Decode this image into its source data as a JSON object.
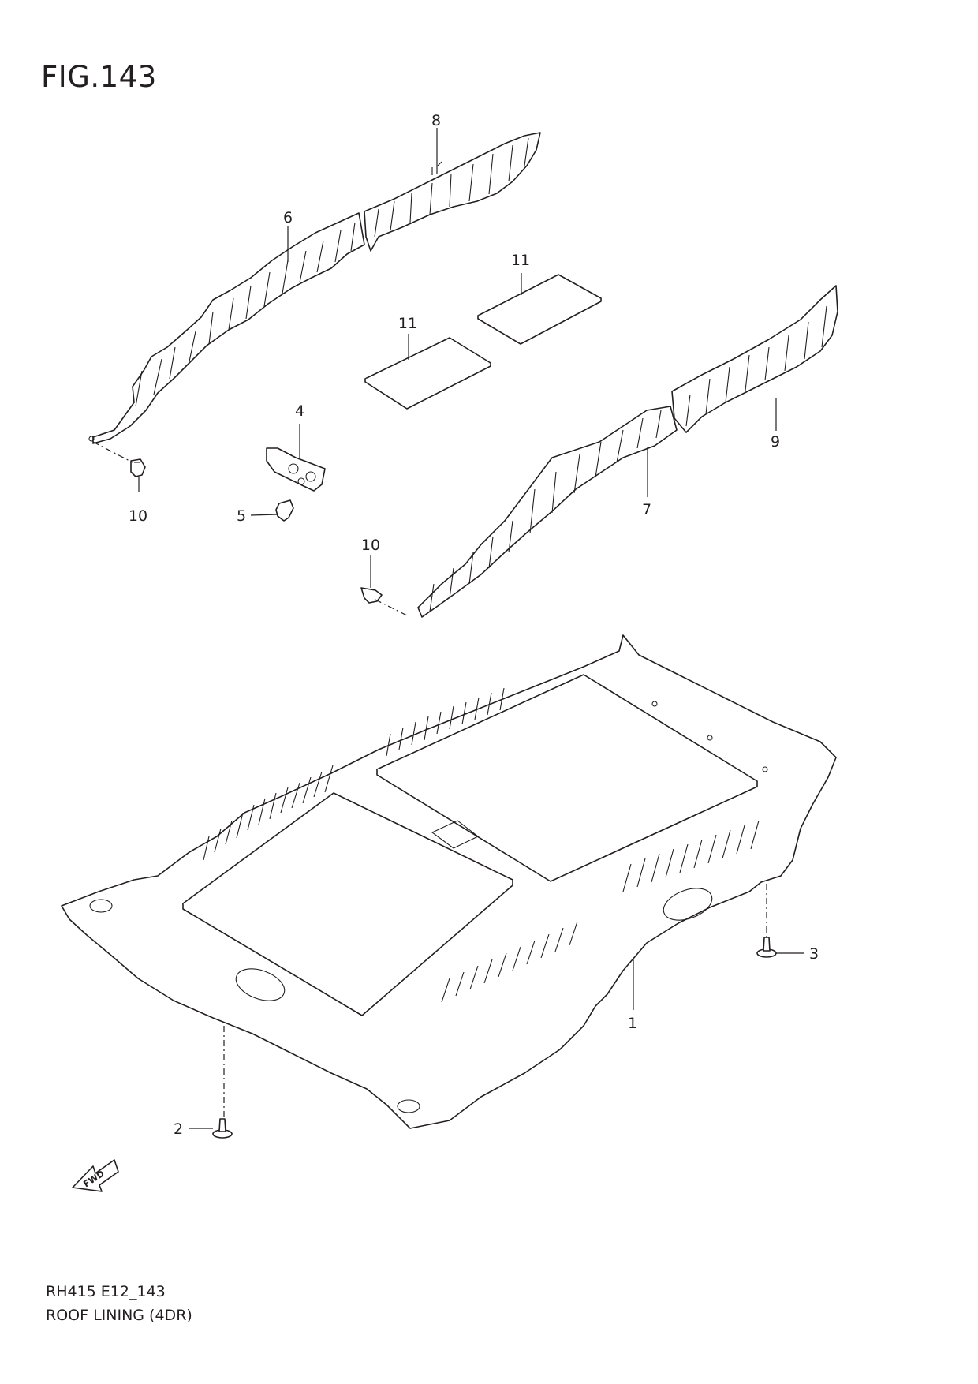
{
  "figure": {
    "title": "FIG.143"
  },
  "callouts": [
    {
      "id": "1",
      "label": "1"
    },
    {
      "id": "2",
      "label": "2"
    },
    {
      "id": "3",
      "label": "3"
    },
    {
      "id": "4",
      "label": "4"
    },
    {
      "id": "5",
      "label": "5"
    },
    {
      "id": "6",
      "label": "6"
    },
    {
      "id": "7",
      "label": "7"
    },
    {
      "id": "8",
      "label": "8"
    },
    {
      "id": "9",
      "label": "9"
    },
    {
      "id": "10a",
      "label": "10"
    },
    {
      "id": "10b",
      "label": "10"
    },
    {
      "id": "11a",
      "label": "11"
    },
    {
      "id": "11b",
      "label": "11"
    }
  ],
  "fwd_arrow": {
    "label": "FWD"
  },
  "footer": {
    "code": "RH415 E12_143",
    "title": "ROOF LINING (4DR)"
  }
}
